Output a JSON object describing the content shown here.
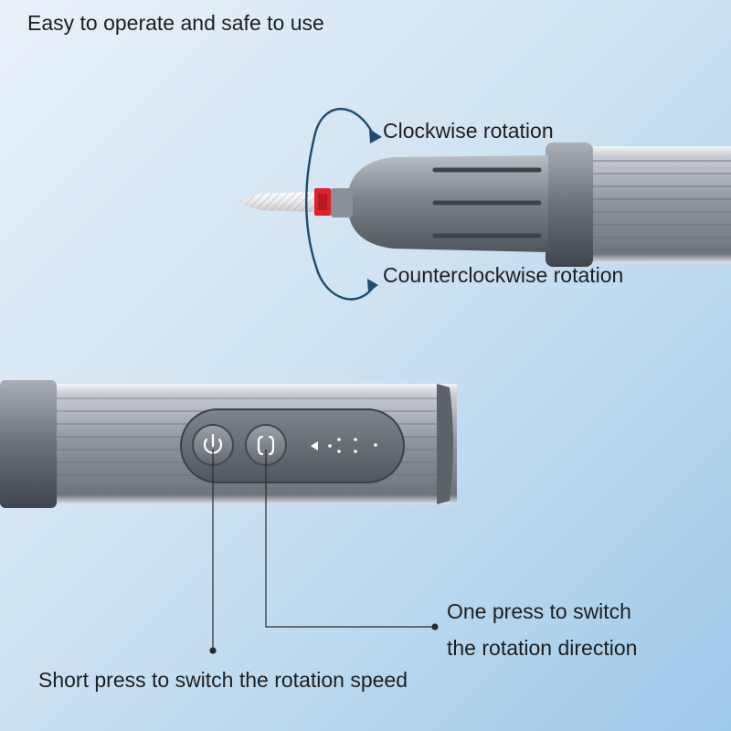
{
  "headline": "Easy to operate and safe to use",
  "rotation": {
    "clockwise_label": "Clockwise rotation",
    "counterclockwise_label": "Counterclockwise rotation"
  },
  "callouts": {
    "speed_button": "Short press to switch the rotation speed",
    "direction_button_line1": "One press to switch",
    "direction_button_line2": "the rotation direction"
  },
  "icons": {
    "power_button": "power-icon",
    "direction_button": "rotate-direction-icon",
    "bit_collar": "red-collar"
  },
  "colors": {
    "background_light": "#e9f1f8",
    "background_blue": "#9fc9ea",
    "arrow": "#1d4d6b",
    "body_metal": "#8d949c",
    "body_dark": "#5d646c",
    "collar_red": "#e0202a",
    "text": "#1e1e1e"
  }
}
